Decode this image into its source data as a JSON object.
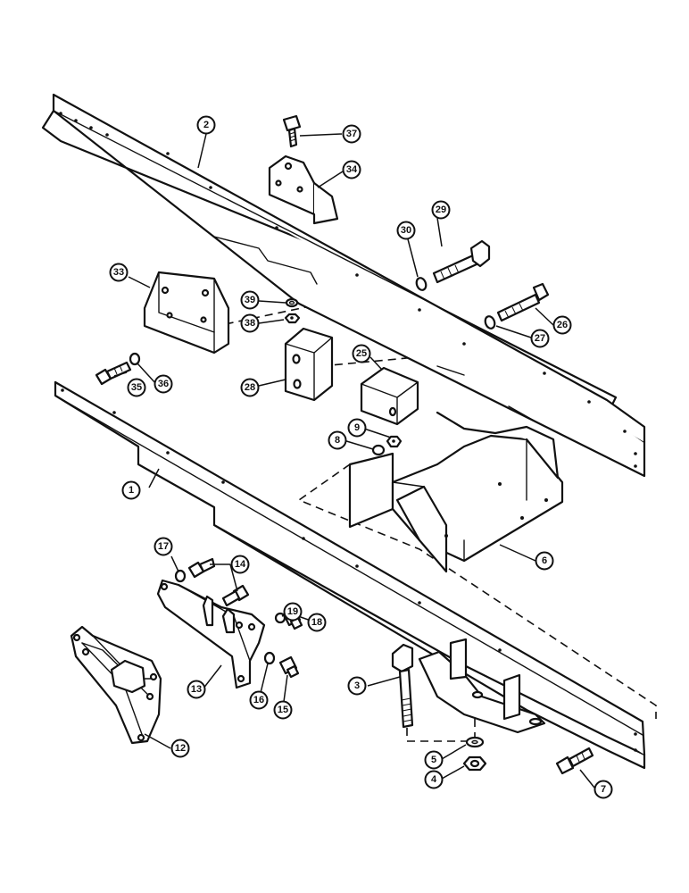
{
  "diagram": {
    "callouts": [
      {
        "label": "1"
      },
      {
        "label": "2"
      },
      {
        "label": "3"
      },
      {
        "label": "4"
      },
      {
        "label": "5"
      },
      {
        "label": "6"
      },
      {
        "label": "7"
      },
      {
        "label": "8"
      },
      {
        "label": "9"
      },
      {
        "label": "12"
      },
      {
        "label": "13"
      },
      {
        "label": "14"
      },
      {
        "label": "15"
      },
      {
        "label": "16"
      },
      {
        "label": "17"
      },
      {
        "label": "18"
      },
      {
        "label": "19"
      },
      {
        "label": "25"
      },
      {
        "label": "26"
      },
      {
        "label": "27"
      },
      {
        "label": "28"
      },
      {
        "label": "29"
      },
      {
        "label": "30"
      },
      {
        "label": "33"
      },
      {
        "label": "34"
      },
      {
        "label": "35"
      },
      {
        "label": "36"
      },
      {
        "label": "37"
      },
      {
        "label": "38"
      },
      {
        "label": "39"
      }
    ]
  }
}
